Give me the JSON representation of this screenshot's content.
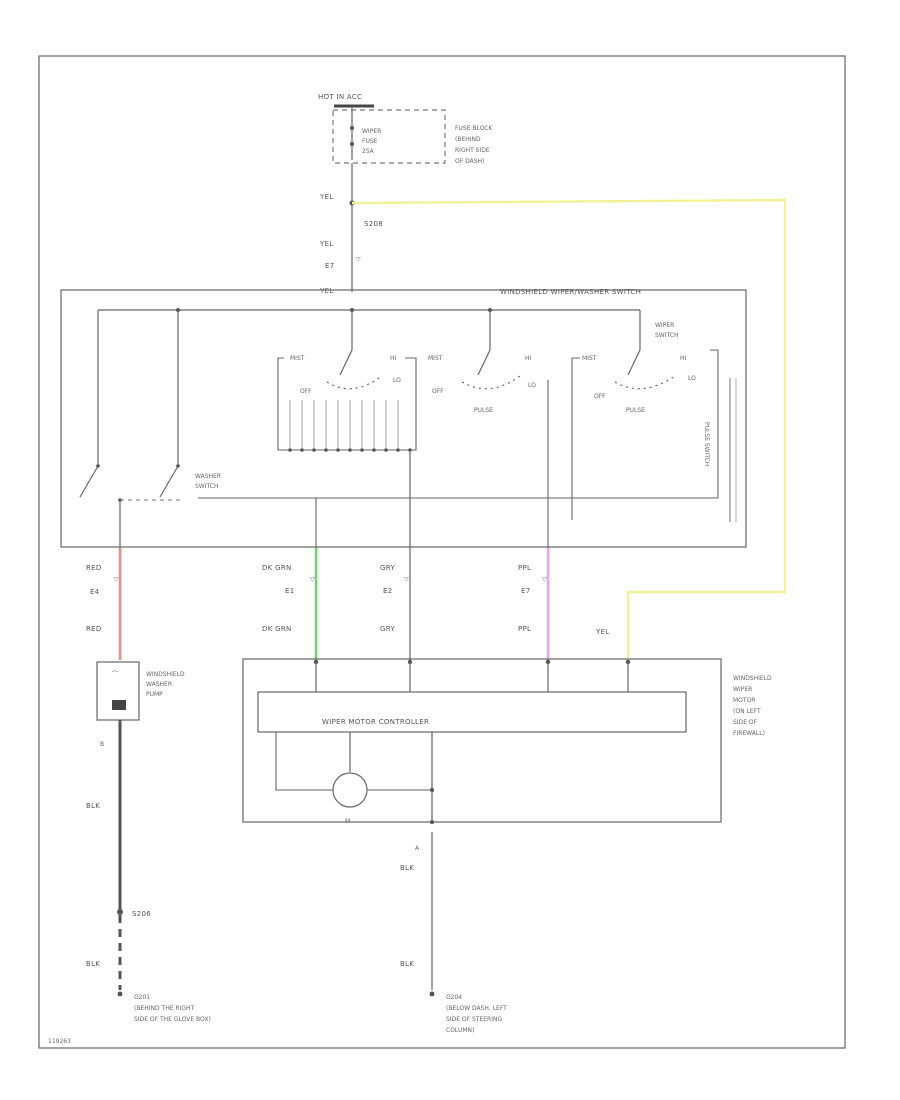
{
  "diagram": {
    "colors": {
      "yellow_wire": "#f2f294",
      "red_wire": "#f28a8a",
      "green_wire": "#6fd66f",
      "pink_wire": "#f0a0f0",
      "line": "#666666"
    },
    "fuse": {
      "supply": "HOT IN ACC",
      "name": "WIPER\nFUSE\n25A",
      "location": "FUSE BLOCK\n(BEHIND\nRIGHT SIDE\nOF DASH)"
    },
    "splice_s": "S208",
    "switch": {
      "title": "WINDSHIELD WIPER/WASHER SWITCH",
      "wiper_switch": "WIPER\nSWITCH",
      "washer_switch": "WASHER\nSWITCH",
      "off": "OFF",
      "lo": "LO",
      "pulse": "PULSE",
      "hi": "HI",
      "mist": "MIST",
      "pulse_vertical": "PULSE SWITCH"
    },
    "wires": {
      "yel_top": "YEL",
      "yel_mid": "YEL",
      "yel_conn": "E7",
      "yel_in": "YEL",
      "yel_right": "YEL",
      "red_top": "RED",
      "red_conn": "E4",
      "red_bot": "RED",
      "dkgrn_top": "DK GRN",
      "dkgrn_conn": "E1",
      "dkgrn_bot": "DK GRN",
      "gry_top": "GRY",
      "gry_conn": "E2",
      "gry_bot": "GRY",
      "ppl_top": "PPL",
      "ppl_conn": "E7",
      "ppl_bot": "PPL",
      "blk_pump": "BLK",
      "blk_pump_low": "BLK",
      "blk_motor": "BLK",
      "blk_motor_low": "BLK"
    },
    "pump": {
      "label": "WINDSHIELD\nWASHER\nPUMP",
      "pin_b": "B"
    },
    "motor": {
      "controller": "WIPER MOTOR CONTROLLER",
      "motor_label": "M",
      "location": "WINDSHIELD\nWIPER\nMOTOR\n(ON LEFT\nSIDE OF\nFIREWALL)",
      "pin_a": "A"
    },
    "splice_low": "S206",
    "grounds": {
      "g201": "G201\n(BEHIND THE RIGHT\nSIDE OF THE GLOVE BOX)",
      "g204": "G204\n(BELOW DASH, LEFT\nSIDE OF STEERING\nCOLUMN)"
    },
    "footer_id": "119263"
  }
}
